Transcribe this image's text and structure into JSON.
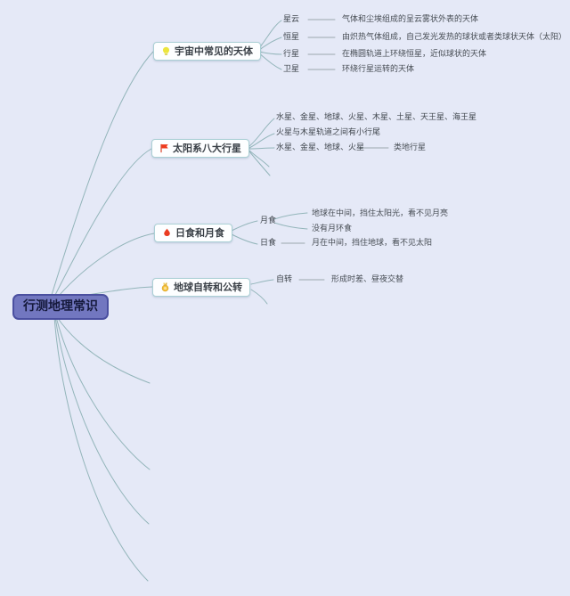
{
  "root": {
    "label": "行测地理常识"
  },
  "branches": [
    {
      "label": "宇宙中常见的天体",
      "icon": "bulb-icon",
      "children": [
        {
          "label": "星云",
          "desc": "气体和尘埃组成的呈云雾状外表的天体"
        },
        {
          "label": "恒星",
          "desc": "由炽热气体组成，自己发光发热的球状或者类球状天体（太阳）"
        },
        {
          "label": "行星",
          "desc": "在椭圆轨道上环绕恒星，近似球状的天体"
        },
        {
          "label": "卫星",
          "desc": "环绕行星运转的天体"
        }
      ]
    },
    {
      "label": "太阳系八大行星",
      "icon": "flag-icon",
      "children": [
        {
          "label": "水星、金星、地球、火星、木星、土星、天王星、海王星"
        },
        {
          "label": "火星与木星轨道之间有小行尾"
        },
        {
          "label": "水星、金星、地球、火星",
          "desc": "类地行星"
        }
      ]
    },
    {
      "label": "日食和月食",
      "icon": "flame-icon",
      "children": [
        {
          "label": "月食",
          "descs": [
            "地球在中间，挡住太阳光，看不见月亮",
            "没有月环食"
          ]
        },
        {
          "label": "日食",
          "desc": "月在中间，挡住地球，看不见太阳"
        }
      ]
    },
    {
      "label": "地球自转和公转",
      "icon": "medal-icon",
      "children": [
        {
          "label": "自转",
          "desc": "形成时差、昼夜交替"
        }
      ]
    }
  ],
  "colors": {
    "background": "#e5e9f7",
    "root_fill": "#7277c0",
    "root_border": "#4b50a0",
    "node_border": "#abd0d5",
    "branch_line": "#93b5ba",
    "accent_red": "#ee3b1e",
    "accent_yellow": "#ece53e",
    "accent_gold": "#f4c33d"
  }
}
